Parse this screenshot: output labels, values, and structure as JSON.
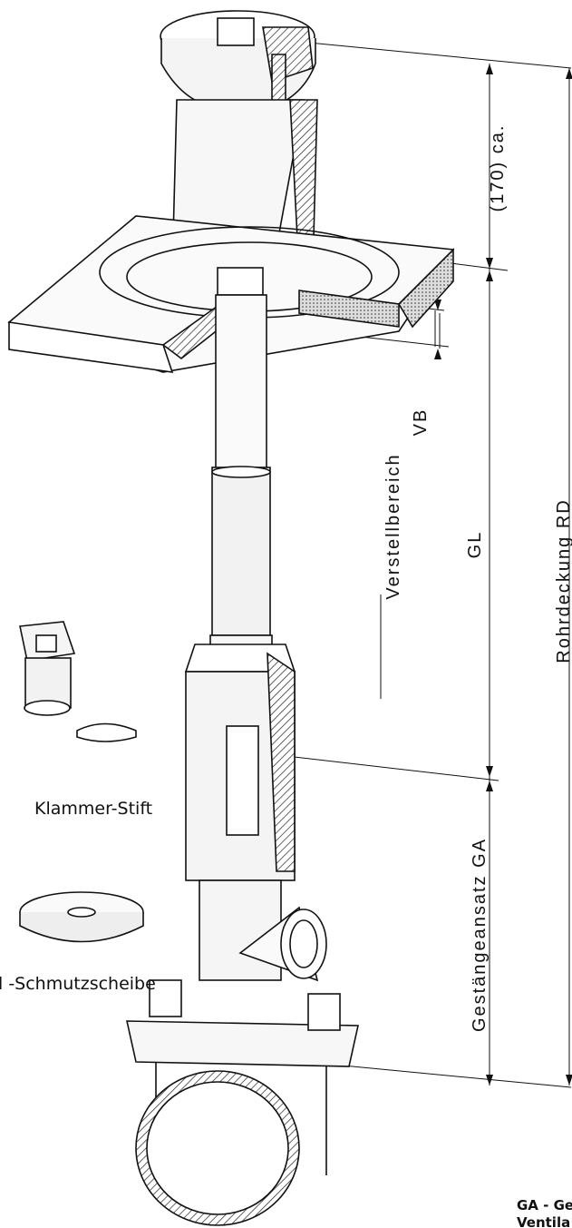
{
  "dimensions": {
    "cover_height": "(170) ca.",
    "pipe_cover": "Rohrdeckung RD",
    "rod_length": "GL",
    "adjust_range_short": "VB",
    "adjust_range_long": "Verstellbereich",
    "rod_attachment": "Gestängeansatz GA"
  },
  "parts": {
    "clip_pin": "Klammer-Stift",
    "dirt_disc": "l -Schmutzscheibe"
  },
  "legend": {
    "line1": "GA - Ge",
    "line2": "Ventila"
  }
}
